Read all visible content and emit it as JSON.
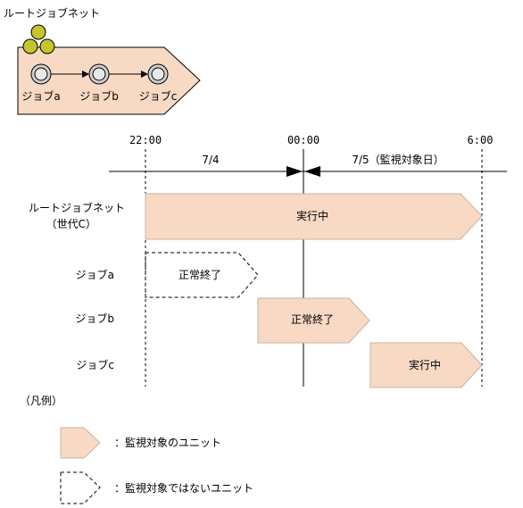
{
  "title": "ルートジョブネット",
  "net_icon": {
    "jobs": [
      "ジョブa",
      "ジョブb",
      "ジョブc"
    ]
  },
  "timeline": {
    "ticks": [
      "22:00",
      "00:00",
      "6:00"
    ],
    "day_before": "7/4",
    "day_monitored": "7/5（監視対象日）"
  },
  "rows": [
    {
      "label": "ルートジョブネット",
      "sublabel": "（世代C）",
      "status": "実行中",
      "monitored": true
    },
    {
      "label": "ジョブa",
      "status": "正常終了",
      "monitored": false
    },
    {
      "label": "ジョブb",
      "status": "正常終了",
      "monitored": true
    },
    {
      "label": "ジョブc",
      "status": "実行中",
      "monitored": true
    }
  ],
  "legend": {
    "title": "（凡例）",
    "monitored": "：監視対象のユニット",
    "not_monitored": "：監視対象ではないユニット"
  },
  "colors": {
    "unit_fill": "#F7D9C4",
    "unit_stroke": "#C8B2A3",
    "icon_yellow": "#C5C52C"
  }
}
